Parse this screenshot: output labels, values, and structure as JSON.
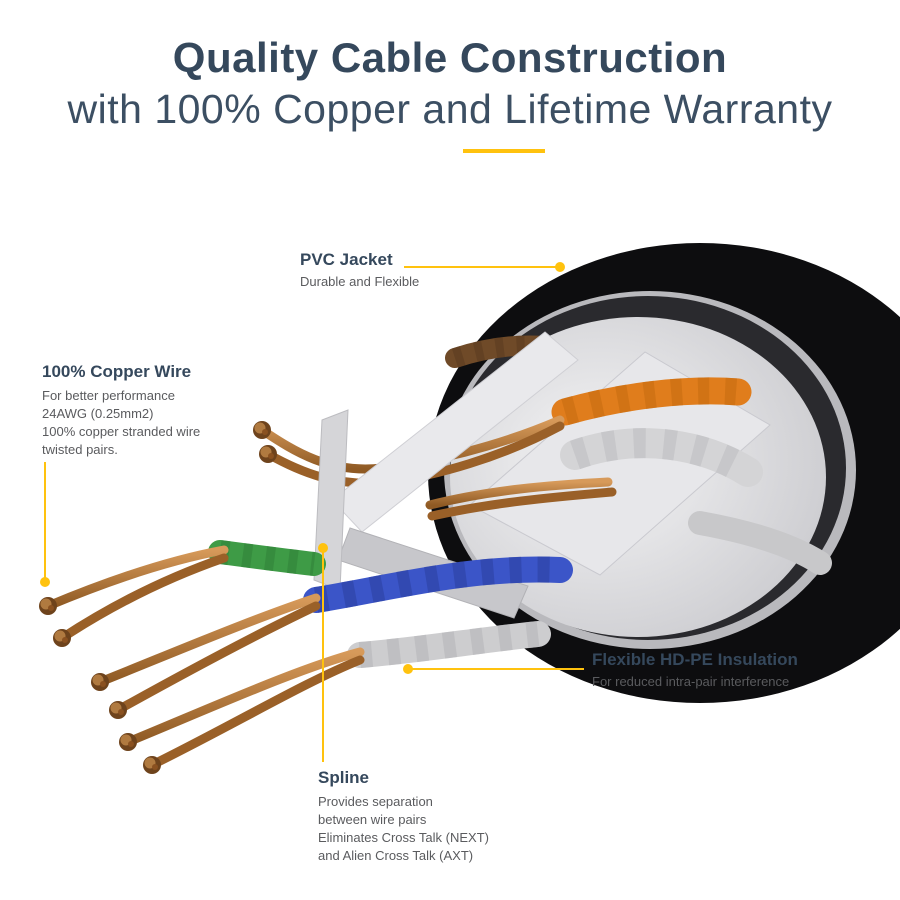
{
  "header": {
    "title": "Quality Cable Construction",
    "subtitle": "with 100% Copper and Lifetime Warranty"
  },
  "callouts": {
    "pvc_jacket": {
      "heading": "PVC Jacket",
      "sub": "Durable and Flexible"
    },
    "copper_wire": {
      "heading": "100% Copper Wire",
      "lines": [
        "For better performance",
        "24AWG (0.25mm2)",
        "100% copper stranded wire",
        "twisted pairs."
      ]
    },
    "insulation": {
      "heading": "Flexible HD-PE Insulation",
      "sub": "For reduced intra-pair interference"
    },
    "spline": {
      "heading": "Spline",
      "lines": [
        "Provides separation",
        "between wire pairs",
        "Eliminates Cross Talk (NEXT)",
        "and Alien Cross Talk (AXT)"
      ]
    }
  },
  "colors": {
    "accent_yellow": "#ffc20e",
    "heading_navy": "#35485c",
    "body_gray": "#5a5b5e",
    "jacket_black": "#0d0d0f",
    "copper": "#b5722f",
    "wire_orange": "#e07d1c",
    "wire_green": "#3e9b46",
    "wire_blue": "#3b55c8",
    "wire_gray": "#cdcdcf",
    "wire_brown": "#6f4a28"
  }
}
